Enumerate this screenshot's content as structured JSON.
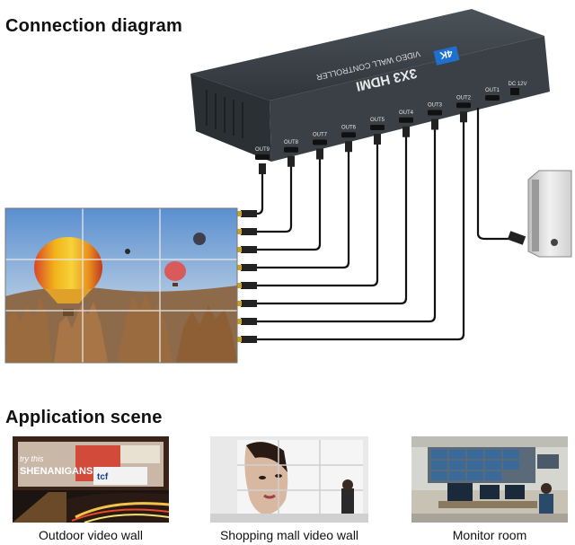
{
  "headings": {
    "connection": "Connection diagram",
    "application": "Application scene"
  },
  "device": {
    "badge": "4K",
    "model": "3X3 HDMI",
    "subtitle": "VIDEO WALL CONTROLLER",
    "power_label": "DC 12V",
    "ports": [
      "OUT9",
      "OUT8",
      "OUT7",
      "OUT6",
      "OUT5",
      "OUT4",
      "OUT3",
      "OUT2",
      "OUT1"
    ]
  },
  "scenes": [
    {
      "caption": "Outdoor video wall",
      "sign_text": "SHENANIGANS",
      "sign_sub": "try this",
      "brand_text": "tcf"
    },
    {
      "caption": "Shopping mall video wall"
    },
    {
      "caption": "Monitor room"
    }
  ]
}
